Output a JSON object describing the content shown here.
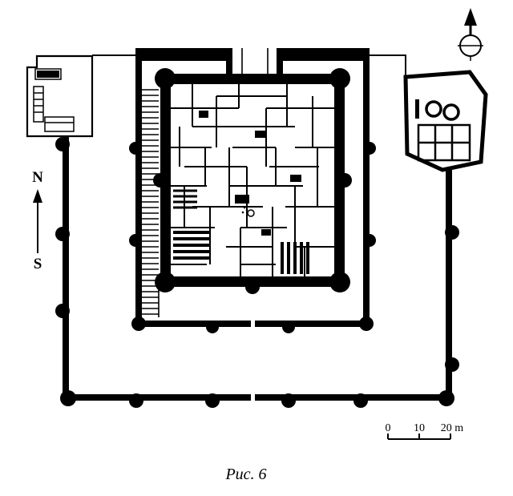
{
  "figure": {
    "caption": "Рис. 6"
  },
  "compass": {
    "north_label": "N",
    "south_label": "S"
  },
  "scale_bar": {
    "labels": [
      "0",
      "10",
      "20 m"
    ]
  },
  "colors": {
    "ink": "#000000",
    "paper": "#ffffff"
  },
  "icons": {
    "north_arrow": "north-arrow-icon",
    "direction_arrow": "ns-arrow-icon"
  }
}
